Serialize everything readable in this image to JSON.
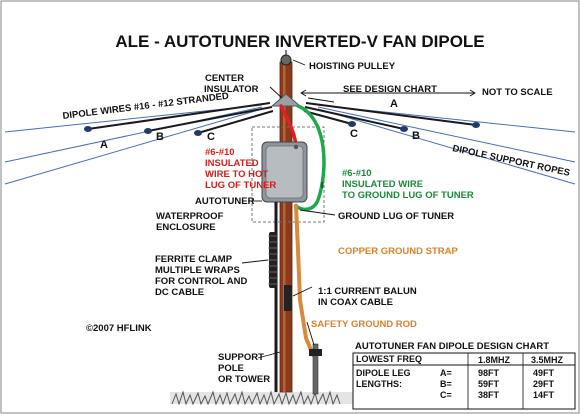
{
  "title": "ALE - AUTOTUNER  INVERTED-V  FAN DIPOLE",
  "labels": {
    "hoisting_pulley": "HOISTING PULLEY",
    "center_insulator_1": "CENTER",
    "center_insulator_2": "INSULATOR",
    "see_design_chart": "SEE DESIGN CHART",
    "not_to_scale": "NOT TO SCALE",
    "dipole_wires": "DIPOLE WIRES #16 - #12 STRANDED",
    "dipole_support_ropes": "DIPOLE SUPPORT ROPES",
    "hot_wire_1": "#6-#10",
    "hot_wire_2": "INSULATED",
    "hot_wire_3": "WIRE TO HOT",
    "hot_wire_4": "LUG OF TUNER",
    "ground_wire_1": "#6-#10",
    "ground_wire_2": "INSULATED WIRE",
    "ground_wire_3": "TO GROUND LUG OF TUNER",
    "autotuner": "AUTOTUNER",
    "enclosure_1": "WATERPROOF",
    "enclosure_2": "ENCLOSURE",
    "ground_lug": "GROUND LUG OF TUNER",
    "copper_strap": "COPPER GROUND STRAP",
    "ferrite_1": "FERRITE CLAMP",
    "ferrite_2": "MULTIPLE WRAPS",
    "ferrite_3": "FOR CONTROL AND",
    "ferrite_4": "DC CABLE",
    "balun_1": "1:1 CURRENT BALUN",
    "balun_2": "IN COAX CABLE",
    "safety_rod": "SAFETY GROUND ROD",
    "copyright": "©2007 HFLINK",
    "pole_1": "SUPPORT",
    "pole_2": "POLE",
    "pole_3": "OR TOWER"
  },
  "wire_letters": {
    "left_a": "A",
    "left_b": "B",
    "left_c": "C",
    "right_a": "A",
    "right_b": "B",
    "right_c": "C"
  },
  "design_chart": {
    "title": "AUTOTUNER FAN DIPOLE  DESIGN CHART",
    "header_label": "LOWEST FREQ",
    "columns": [
      "1.8MHZ",
      "3.5MHZ"
    ],
    "row_label_1": "DIPOLE LEG",
    "row_label_2": "LENGTHS:",
    "rows": [
      {
        "leg": "A=",
        "v1": "98FT",
        "v2": "49FT"
      },
      {
        "leg": "B=",
        "v1": "59FT",
        "v2": "29FT"
      },
      {
        "leg": "C=",
        "v1": "38FT",
        "v2": "14FT"
      }
    ]
  },
  "colors": {
    "pole": "#8b3a1a",
    "hot_wire": "#e02020",
    "ground_wire": "#1ea84a",
    "copper_strap": "#d98a3a",
    "dipole_wire": "#1a1a1a",
    "support_rope": "#4a6fb0",
    "insulator": "#9aa0a6",
    "balun": "#222222"
  }
}
